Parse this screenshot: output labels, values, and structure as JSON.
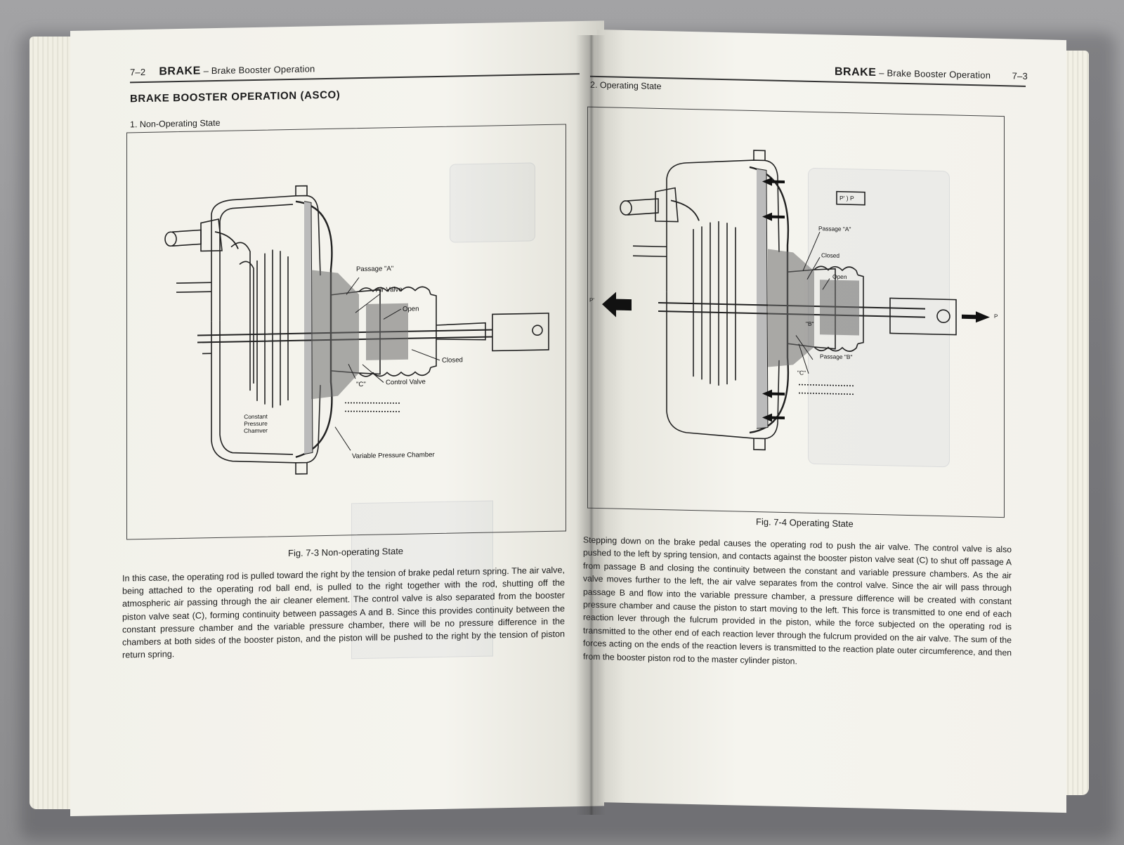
{
  "left_page": {
    "page_number": "7–2",
    "chapter": "BRAKE",
    "running_title": "– Brake Booster Operation",
    "section_title": "BRAKE BOOSTER OPERATION (ASCO)",
    "subsection": "1. Non-Operating State",
    "figure": {
      "labels": {
        "passage_a": "Passage \"A\"",
        "air_valve": "Air Valve",
        "open": "Open",
        "closed": "Closed",
        "c": "\"C\"",
        "control_valve": "Control Valve",
        "constant_pressure": "Constant\nPressure\nChamver",
        "variable_pressure": "Variable Pressure Chamber"
      },
      "caption": "Fig. 7-3  Non-operating State"
    },
    "body_text": "In this case, the operating rod is pulled toward the right by the tension of brake pedal return spring. The air valve, being attached to the operating rod ball end, is pulled to the right together with the rod, shutting off the atmospheric air passing through the air cleaner element.  The control valve is also separated from the booster piston valve seat (C), forming continuity between passages A and B.  Since this provides continuity between the constant pressure chamber and the variable pressure chamber, there will be no pressure difference in the chambers at both sides of the booster piston, and the piston will be pushed to the right by the tension of piston return spring."
  },
  "right_page": {
    "page_number": "7–3",
    "chapter": "BRAKE",
    "running_title": "– Brake Booster Operation",
    "subsection": "2. Operating State",
    "figure": {
      "labels": {
        "pp": "P' ) P",
        "passage_a": "Passage \"A\"",
        "closed": "Closed",
        "open": "Open",
        "p_left": "P'",
        "p_right": "P",
        "b": "\"B\"",
        "c": "\"C\"",
        "passage_b": "Passage \"B\""
      },
      "caption": "Fig. 7-4  Operating State"
    },
    "body_text": "Stepping down on the brake pedal causes the operating rod to push the air valve. The control valve is also pushed to the left by spring tension, and contacts against the booster piston valve seat (C) to shut off passage A from passage B and closing the continuity between the constant and variable pressure chambers.  As the air valve moves further to the left, the air valve separates from the control valve.  Since the air will pass through passage B and flow into the variable pressure chamber, a pressure difference will be created with constant pressure chamber and cause the piston to start moving to the left.  This force is transmitted to one end of each reaction lever through the fulcrum provided in the piston, while the force subjected on the operating rod is transmitted to the other end of each reaction lever through the fulcrum provided on the air valve.  The sum of the forces acting on the ends of the reaction levers is transmitted to the reaction plate outer circumference, and then from the booster piston rod to the master cylinder piston."
  }
}
